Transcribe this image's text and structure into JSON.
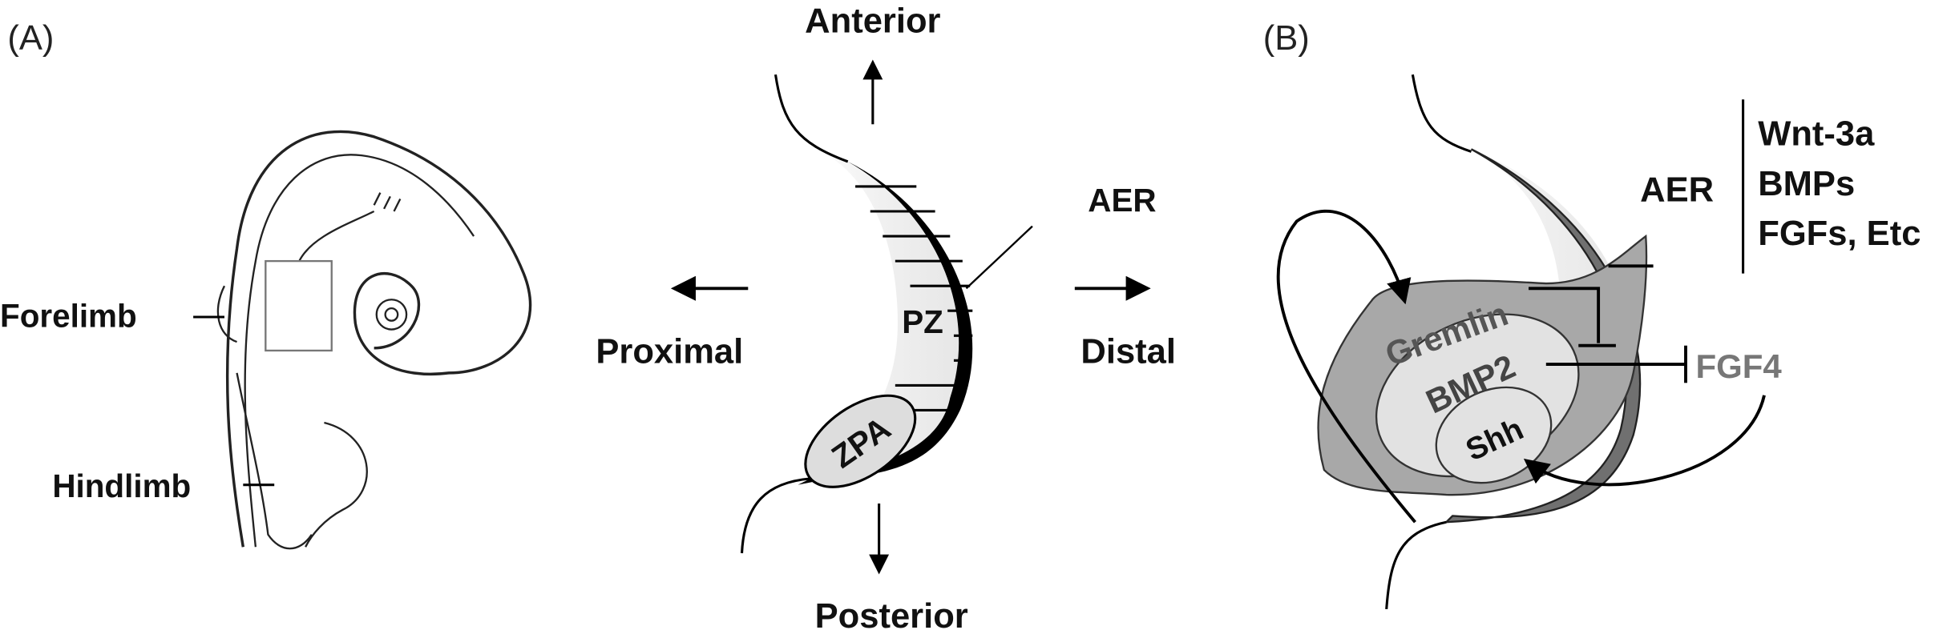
{
  "panel_a": {
    "label": "(A)",
    "embryo": {
      "forelimb": "Forelimb",
      "hindlimb": "Hindlimb"
    },
    "axes": {
      "anterior": "Anterior",
      "posterior": "Posterior",
      "proximal": "Proximal",
      "distal": "Distal"
    },
    "limb_bud": {
      "aer": "AER",
      "pz": "PZ",
      "zpa": "ZPA"
    }
  },
  "panel_b": {
    "label": "(B)",
    "aer": "AER",
    "aer_factors": [
      "Wnt-3a",
      "BMPs",
      "FGFs, Etc"
    ],
    "gremlin": "Gremlin",
    "bmp2": "BMP2",
    "shh": "Shh",
    "fgf4": "FGF4"
  },
  "colors": {
    "aer_band": "#000000",
    "aer_band_b": "#707070",
    "gremlin_region": "#a8a8a8",
    "bmp2_region": "#e2e2e2",
    "fgf4_text": "#777777"
  }
}
